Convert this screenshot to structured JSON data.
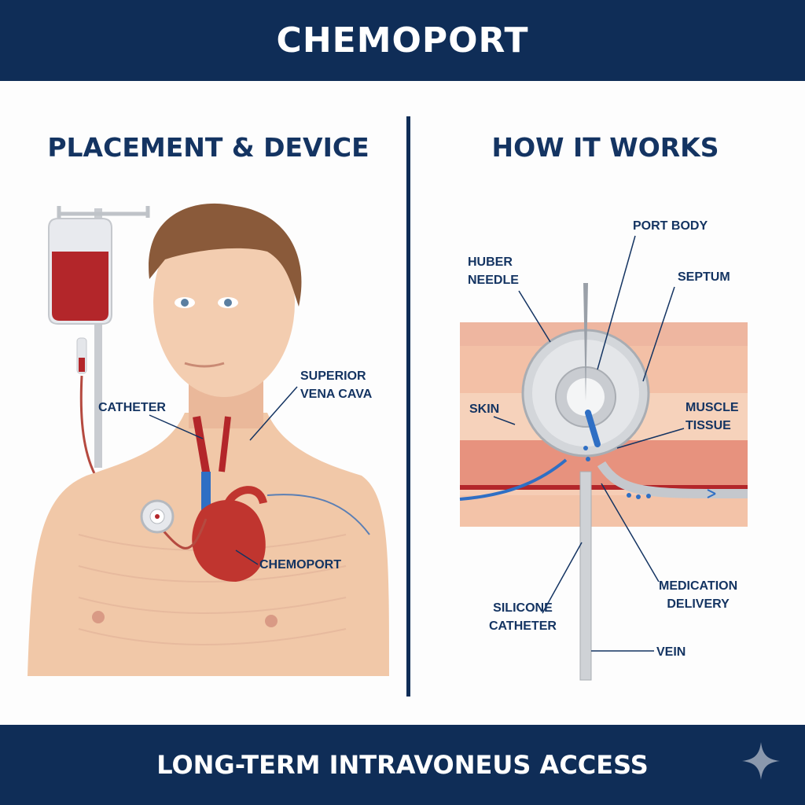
{
  "header": {
    "title": "CHEMOPORT"
  },
  "left_panel": {
    "title": "PLACEMENT & DEVICE",
    "labels": {
      "catheter": "CATHETER",
      "svc_line1": "SUPERIOR",
      "svc_line2": "VENA CAVA",
      "chemoport": "CHEMOPORT"
    }
  },
  "right_panel": {
    "title": "HOW IT WORKS",
    "labels": {
      "port_body": "PORT BODY",
      "huber_line1": "HUBER",
      "huber_line2": "NEEDLE",
      "septum": "SEPTUM",
      "skin": "SKIN",
      "muscle_line1": "MUSCLE",
      "muscle_line2": "TISSUE",
      "med_line1": "MEDICATION",
      "med_line2": "DELIVERY",
      "silicone_line1": "SILICONE",
      "silicone_line2": "CATHETER",
      "vein": "VEIN"
    }
  },
  "footer": {
    "title": "LONG-TERM INTRAVONEUS ACCESS"
  },
  "colors": {
    "navy": "#0f2d57",
    "skin": "#f1c8a8",
    "blood": "#b3262a",
    "vein": "#2f6fc4"
  }
}
